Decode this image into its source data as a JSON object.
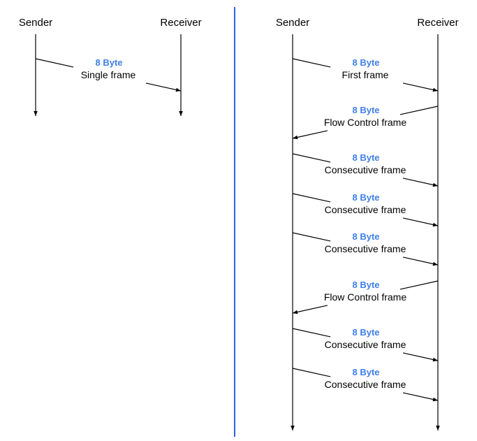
{
  "colors": {
    "line": "#000000",
    "byte_label": "#3f7fe6",
    "divider": "#2f5fe0",
    "background": "#ffffff"
  },
  "left_diagram": {
    "sender_label": "Sender",
    "receiver_label": "Receiver",
    "messages": [
      {
        "direction": "sender-to-receiver",
        "size": "8 Byte",
        "frame": "Single frame"
      }
    ]
  },
  "right_diagram": {
    "sender_label": "Sender",
    "receiver_label": "Receiver",
    "messages": [
      {
        "direction": "sender-to-receiver",
        "size": "8 Byte",
        "frame": "First frame"
      },
      {
        "direction": "receiver-to-sender",
        "size": "8 Byte",
        "frame": "Flow Control frame"
      },
      {
        "direction": "sender-to-receiver",
        "size": "8 Byte",
        "frame": "Consecutive frame"
      },
      {
        "direction": "sender-to-receiver",
        "size": "8 Byte",
        "frame": "Consecutive frame"
      },
      {
        "direction": "sender-to-receiver",
        "size": "8 Byte",
        "frame": "Consecutive frame"
      },
      {
        "direction": "receiver-to-sender",
        "size": "8 Byte",
        "frame": "Flow Control frame"
      },
      {
        "direction": "sender-to-receiver",
        "size": "8 Byte",
        "frame": "Consecutive frame"
      },
      {
        "direction": "sender-to-receiver",
        "size": "8 Byte",
        "frame": "Consecutive frame"
      }
    ]
  }
}
